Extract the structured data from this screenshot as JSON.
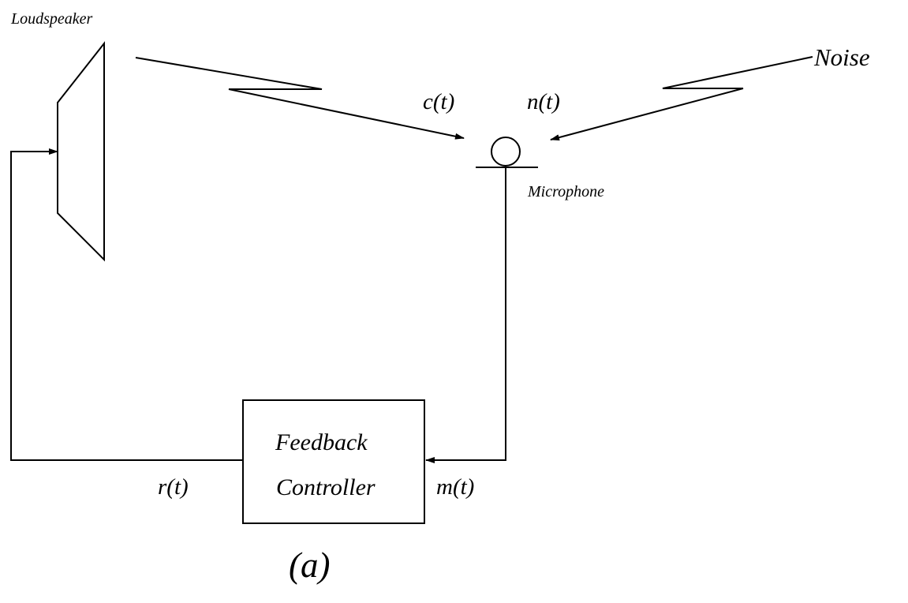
{
  "labels": {
    "loudspeaker": "Loudspeaker",
    "noise": "Noise",
    "c_signal": "c(t)",
    "n_signal": "n(t)",
    "microphone": "Microphone",
    "controller_line1": "Feedback",
    "controller_line2": "Controller",
    "r_signal": "r(t)",
    "m_signal": "m(t)",
    "caption": "(a)"
  },
  "colors": {
    "stroke": "#000000",
    "background": "#ffffff"
  }
}
